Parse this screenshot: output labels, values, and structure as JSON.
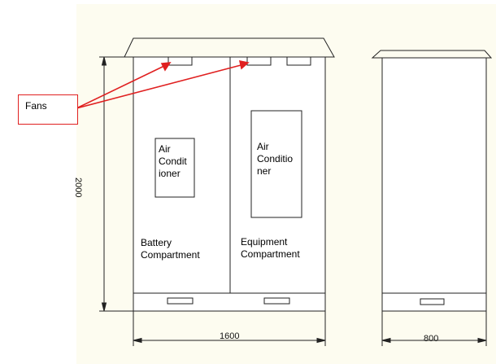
{
  "labels": {
    "fans": "Fans",
    "ac_left": "Air\nCondit\nioner",
    "ac_right": "Air\nConditio\nner",
    "battery": "Battery\nCompartment",
    "equipment": "Equipment\nCompartment"
  },
  "dimensions": {
    "height": "2000",
    "front_width": "1600",
    "side_width": "800"
  },
  "colors": {
    "background": "#fdfcf0",
    "line": "#222222",
    "arrow": "#e02020"
  }
}
